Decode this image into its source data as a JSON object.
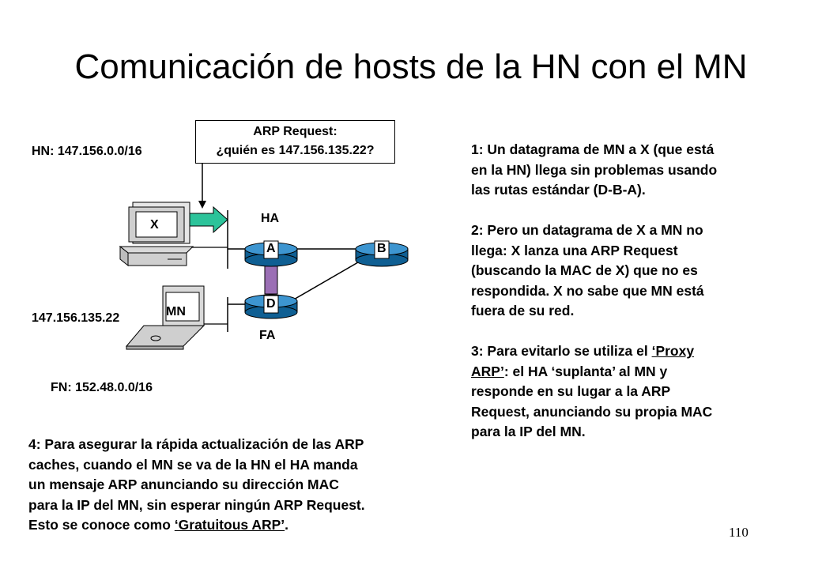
{
  "title": "Comunicación de hosts de la HN con el MN",
  "diagram": {
    "hn_label": "HN: 147.156.0.0/16",
    "fn_label": "FN: 152.48.0.0/16",
    "mn_ip": "147.156.135.22",
    "ha_label": "HA",
    "fa_label": "FA",
    "pc_label": "X",
    "laptop_label": "MN",
    "router_a": "A",
    "router_b": "B",
    "router_d": "D",
    "callout_line1": "ARP Request:",
    "callout_line2": "¿quién es 147.156.135.22?"
  },
  "notes": {
    "p1": [
      "1: Un datagrama de MN a X (que está",
      "en la HN) llega sin problemas usando",
      "las rutas estándar (D-B-A)."
    ],
    "p2": [
      "2: Pero un datagrama de X a MN no",
      "llega: X lanza una ARP Request",
      "(buscando la MAC de X) que no es",
      "respondida. X no sabe que MN está",
      "fuera de su red."
    ],
    "p3_l1_pre": "3: Para evitarlo se utiliza el ",
    "p3_l1_link": "‘Proxy",
    "p3_l2_link": "ARP’",
    "p3_l2_post": ": el HA ‘suplanta’ al MN y",
    "p3_rest": [
      "responde en su lugar a la ARP",
      "Request, anunciando su propia MAC",
      "para la IP del MN."
    ],
    "p4": [
      "4: Para asegurar la rápida actualización de las ARP",
      "caches, cuando el MN se va de la HN el HA manda",
      "un mensaje ARP anunciando su dirección MAC",
      "para la IP del MN, sin esperar ningún ARP Request."
    ],
    "p4_l5_pre": "Esto se conoce como ",
    "p4_l5_link": "‘Gratuitous ARP’",
    "p4_l5_post": "."
  },
  "page_number": "110",
  "colors": {
    "router_fill": "#1a78b4",
    "router_light": "#5aa8dc",
    "arrow_green": "#2cc39a",
    "link_purple": "#9b6fb5"
  }
}
